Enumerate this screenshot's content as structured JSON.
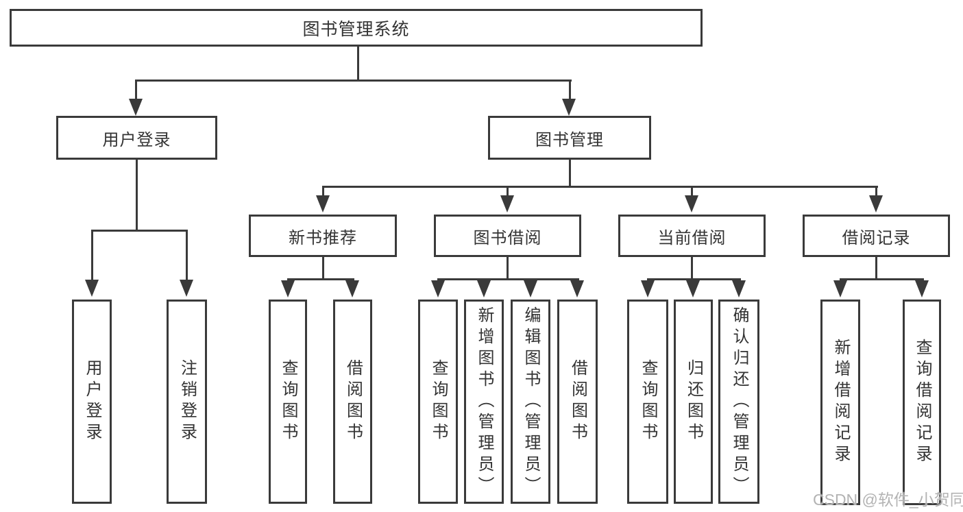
{
  "diagram": {
    "root": {
      "label": "图书管理系统"
    },
    "level2": [
      {
        "id": "user_login",
        "label": "用户登录"
      },
      {
        "id": "book_management",
        "label": "图书管理"
      }
    ],
    "level3": [
      {
        "id": "new_book_recommend",
        "label": "新书推荐"
      },
      {
        "id": "book_borrow",
        "label": "图书借阅"
      },
      {
        "id": "current_borrow",
        "label": "当前借阅"
      },
      {
        "id": "borrow_record",
        "label": "借阅记录"
      }
    ],
    "leaves": {
      "user_login": [
        {
          "label": "用户登录"
        },
        {
          "label": "注销登录"
        }
      ],
      "new_book_recommend": [
        {
          "label": "查询图书"
        },
        {
          "label": "借阅图书"
        }
      ],
      "book_borrow": [
        {
          "label": "查询图书"
        },
        {
          "label": "新增图书（管理员）"
        },
        {
          "label": "编辑图书（管理员）"
        },
        {
          "label": "借阅图书"
        }
      ],
      "current_borrow": [
        {
          "label": "查询图书"
        },
        {
          "label": "归还图书"
        },
        {
          "label": "确认归还（管理员）"
        }
      ],
      "borrow_record": [
        {
          "label": "新增借阅记录"
        },
        {
          "label": "查询借阅记录"
        }
      ]
    },
    "watermark": "CSDN @软件_小贺同学",
    "colors": {
      "line": "#3a3a3a",
      "text": "#333333",
      "watermark": "#b3b3b3",
      "background": "#ffffff"
    }
  }
}
